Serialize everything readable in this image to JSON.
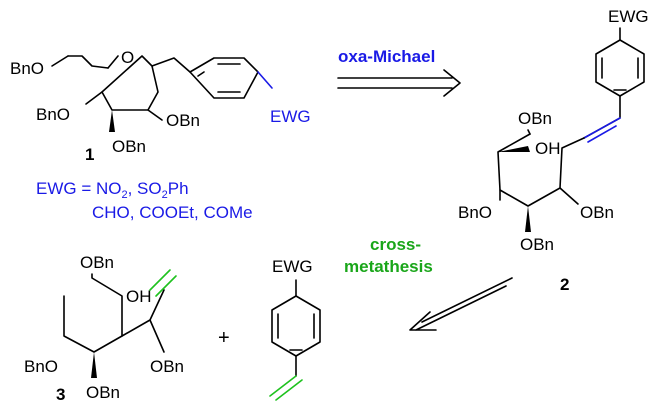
{
  "colors": {
    "black": "#000000",
    "blue": "#1a1ae6",
    "green": "#1aa61a",
    "alkene_green": "#1ec21e"
  },
  "compound1": {
    "number": "1",
    "ring_oxygen": "O",
    "sub_BnO_top": "BnO",
    "sub_BnO_left": "BnO",
    "sub_OBn_right": "OBn",
    "sub_OBn_bottom": "OBn",
    "ewg": "EWG"
  },
  "ewg_definition": {
    "line1_prefix": "EWG = NO",
    "line1_sub1": "2",
    "line1_mid": ", SO",
    "line1_sub2": "2",
    "line1_suffix": "Ph",
    "line2": "CHO, COOEt, COMe"
  },
  "arrow_top": {
    "label": "oxa-Michael"
  },
  "compound2": {
    "number": "2",
    "ewg": "EWG",
    "obn_top": "OBn",
    "oh": "OH",
    "bno_left": "BnO",
    "obn_right": "OBn",
    "obn_bottom": "OBn"
  },
  "arrow_bottom": {
    "label_line1": "cross-",
    "label_line2": "metathesis"
  },
  "compound3": {
    "number": "3",
    "obn_top": "OBn",
    "oh": "OH",
    "bno_left": "BnO",
    "obn_right": "OBn",
    "obn_bottom": "OBn"
  },
  "plus_sign": "+",
  "styrene": {
    "ewg": "EWG"
  }
}
